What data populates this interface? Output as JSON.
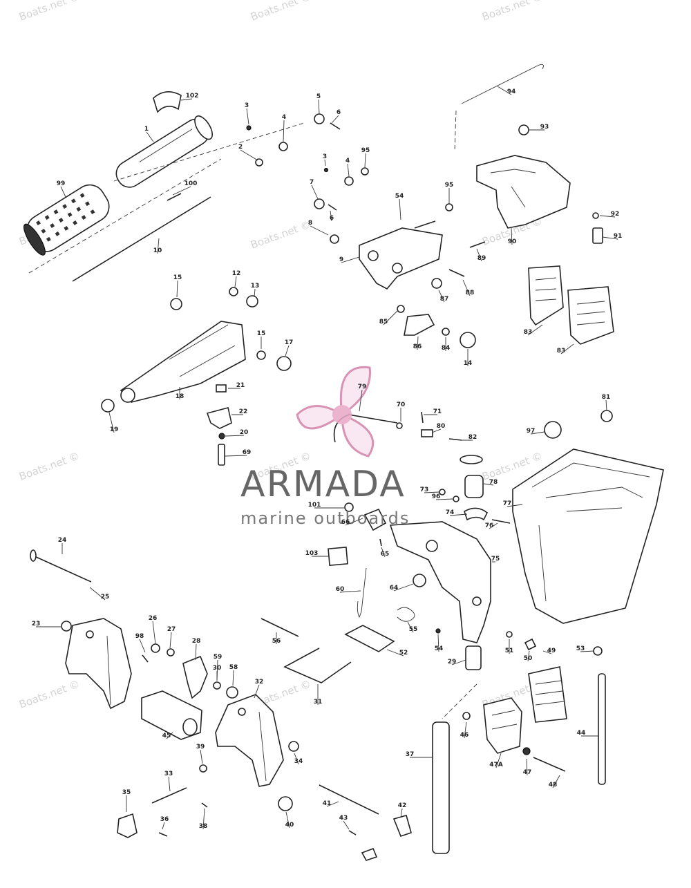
{
  "watermark": {
    "text": "Boats.net ©"
  },
  "logo": {
    "brand": "ARMADA",
    "tagline": "marine outboards",
    "accent_color": "#e9a6c6",
    "text_color": "#666666"
  },
  "callouts": [
    "102",
    "3",
    "5",
    "6",
    "1",
    "4",
    "2",
    "95",
    "94",
    "93",
    "99",
    "100",
    "3",
    "4",
    "7",
    "6",
    "8",
    "54",
    "95",
    "9",
    "10",
    "92",
    "91",
    "90",
    "89",
    "88",
    "87",
    "15",
    "12",
    "13",
    "83",
    "83",
    "85",
    "86",
    "84",
    "14",
    "15",
    "17",
    "21",
    "18",
    "22",
    "19",
    "20",
    "69",
    "79",
    "70",
    "71",
    "80",
    "82",
    "81",
    "97",
    "78",
    "73",
    "96",
    "74",
    "76",
    "77",
    "101",
    "66",
    "65",
    "103",
    "64",
    "60",
    "75",
    "24",
    "25",
    "55",
    "54",
    "23",
    "98",
    "26",
    "27",
    "28",
    "59",
    "56",
    "52",
    "51",
    "50",
    "49",
    "53",
    "29",
    "30",
    "58",
    "31",
    "32",
    "45",
    "46",
    "47A",
    "47",
    "48",
    "44",
    "37",
    "39",
    "34",
    "33",
    "35",
    "36",
    "38",
    "40",
    "41",
    "43",
    "42"
  ]
}
